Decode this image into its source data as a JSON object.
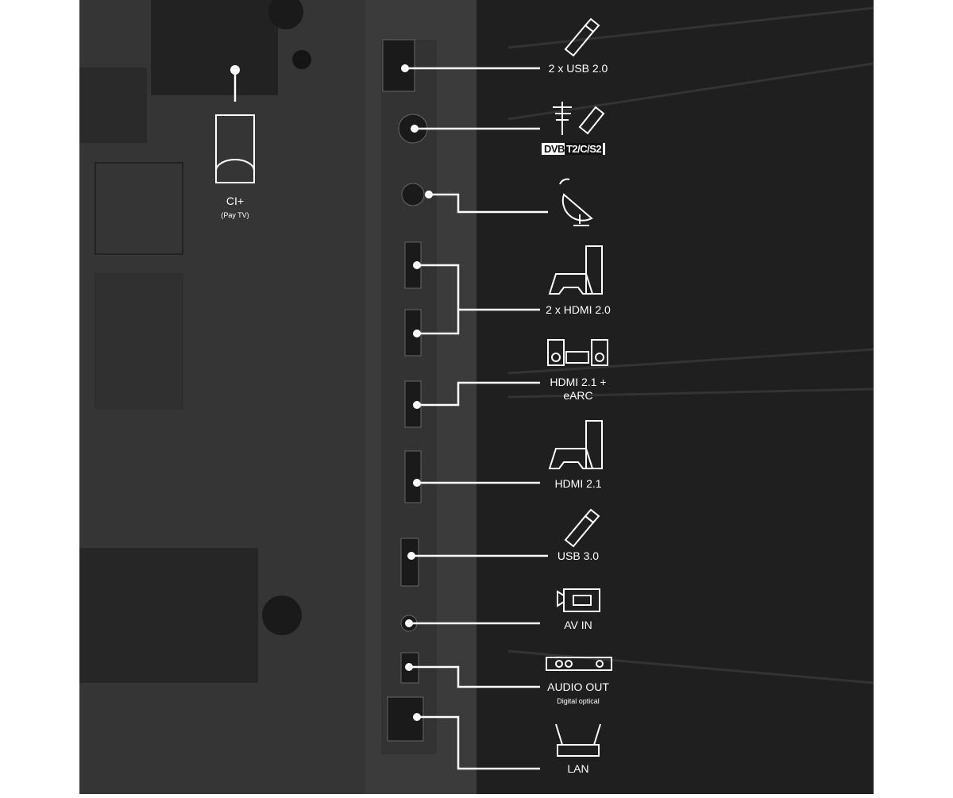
{
  "ports": [
    {
      "id": "usb20",
      "label": "2 x USB 2.0",
      "icon": "usb-stick-icon"
    },
    {
      "id": "antenna",
      "label": "DVB",
      "label_suffix": "T2/C/S2",
      "icon": "antenna-cable-icon"
    },
    {
      "id": "satellite",
      "icon": "satellite-dish-icon"
    },
    {
      "id": "hdmi20",
      "label": "2 x HDMI 2.0",
      "icon": "game-console-icon"
    },
    {
      "id": "hdmiearc",
      "label": "HDMI 2.1 +",
      "label2": "eARC",
      "icon": "speakers-soundbar-icon"
    },
    {
      "id": "hdmi21",
      "label": "HDMI 2.1",
      "icon": "game-console-icon"
    },
    {
      "id": "usb30",
      "label": "USB 3.0",
      "icon": "usb-stick-icon"
    },
    {
      "id": "avin",
      "label": "AV IN",
      "icon": "camcorder-icon"
    },
    {
      "id": "audioout",
      "label": "AUDIO OUT",
      "sub": "Digital optical",
      "icon": "audio-receiver-icon"
    },
    {
      "id": "lan",
      "label": "LAN",
      "icon": "router-icon"
    }
  ],
  "ci": {
    "label": "CI+",
    "sub": "(Pay TV)"
  },
  "colors": {
    "panel": "#2e2e2e",
    "strip": "#3a3a3a",
    "line": "#ffffff"
  }
}
